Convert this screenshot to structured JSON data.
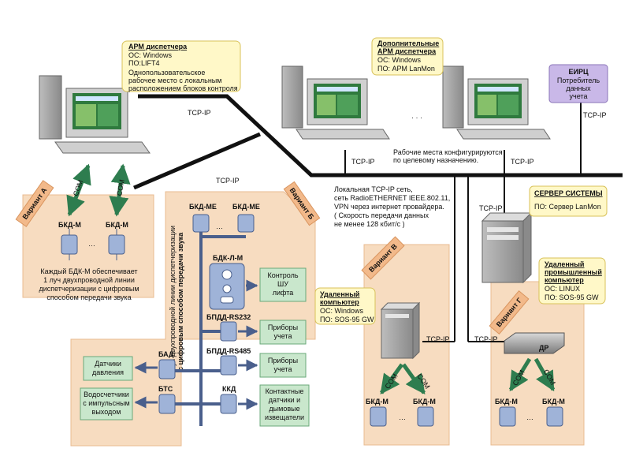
{
  "arm_dispatcher": {
    "title": "АРМ диспетчера",
    "os": "ОС: Windows",
    "software": "ПО:LIFT4",
    "description": [
      "Однопользовательское",
      "рабочее место с локальным",
      "расположением блоков контроля"
    ]
  },
  "additional_arm": {
    "title_lines": [
      "Дополнительные",
      "АРМ диспетчера"
    ],
    "os": "ОС: Windows",
    "software": "ПО: АРМ LanMon"
  },
  "eirc": {
    "title": "ЕИРЦ",
    "lines": [
      "Потребитель",
      "данных",
      "учета"
    ]
  },
  "server": {
    "title": "СЕРВЕР СИСТЕМЫ",
    "software": "ПО: Сервер LanMon"
  },
  "remote_industrial": {
    "title_lines": [
      "Удаленный",
      "промышленный",
      "компьютер"
    ],
    "os": "ОС: LINUX",
    "software": "ПО: SOS-95 GW"
  },
  "remote_computer": {
    "title_lines": [
      "Удаленный",
      "компьютер"
    ],
    "os": "ОС: Windows",
    "software": "ПО: SOS-95 GW"
  },
  "workplaces_note": [
    "Рабочие места конфигурируются",
    "по целевому назначению."
  ],
  "network_note": [
    "Локальная TCP-IP сеть,",
    "сеть RadioETHERNET IEEE.802.11,",
    "VPN через интернет провайдера.",
    "( Скорость передачи данных",
    "не менее 128 кбит/с )"
  ],
  "labels": {
    "tcpip": "TCP-IP",
    "com": "COM",
    "ellipsis": "· · ·",
    "ellipsis_short": "…",
    "dr": "ДР"
  },
  "variant_a": {
    "tab": "Вариант А",
    "bkdm": "БКД-М",
    "description": [
      "Каждый БДК-М обеспечивает",
      "1 луч двухпроводной линии",
      "диспетчеризации с цифровым",
      "способом передачи звука"
    ]
  },
  "variant_b": {
    "tab": "Вариант Б",
    "vertical_caption": [
      "Луч двухпроводной линии диспетчеризации",
      "с цифровым способом передачи звука"
    ],
    "bkd_me": "БКД-МЕ",
    "bdk_lm": "БДК-Л-М",
    "bpdd_rs232": "БПДД-RS232",
    "bpdd_rs485": "БПДД-RS485",
    "bad": "БАД",
    "bts": "БТС",
    "kkd": "ККД",
    "control_lift": [
      "Контроль",
      "ШУ",
      "лифта"
    ],
    "meters1": [
      "Приборы",
      "учета"
    ],
    "meters2": [
      "Приборы",
      "учета"
    ],
    "pressure": [
      "Датчики",
      "давления"
    ],
    "water": [
      "Водосчетчики",
      "с импульсным",
      "выходом"
    ],
    "contact": [
      "Контактные",
      "датчики и",
      "дымовые",
      "извещатели"
    ]
  },
  "variant_v": {
    "tab": "Вариант В",
    "bkdm": "БКД-М"
  },
  "variant_g": {
    "tab": "Вариант Г",
    "bkdm": "БКД-М"
  },
  "colors": {
    "zone": "#f7dcc0",
    "note": "#fff8c8",
    "arrow_green": "#2e7d4f",
    "blue_bus": "#4a5f8c",
    "device_blue": "#9fb3d8",
    "eirc": "#c9b8e8"
  }
}
